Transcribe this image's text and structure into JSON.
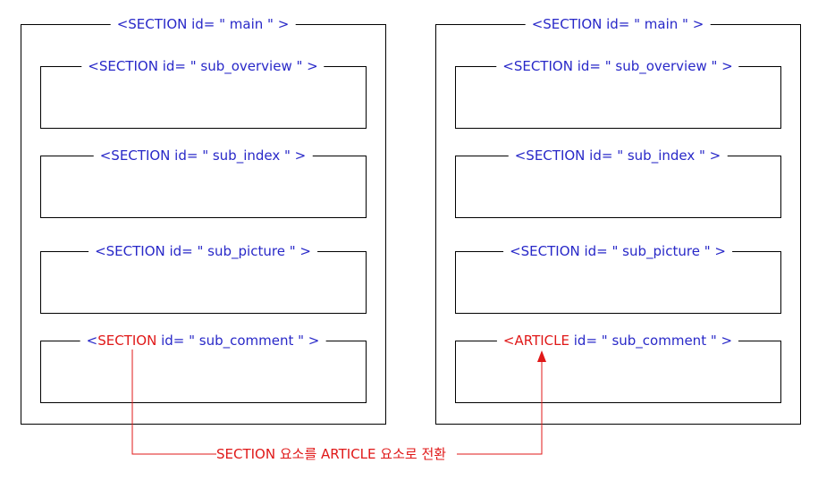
{
  "left": {
    "main": {
      "open": "<SECTION id= \" main \" >"
    },
    "overview": {
      "open": "<SECTION id= \" sub_overview \" >"
    },
    "index": {
      "open": "<SECTION id= \" sub_index \" >"
    },
    "picture": {
      "open": "<SECTION id= \" sub_picture \" >"
    },
    "comment": {
      "lt": "<",
      "tag": "SECTION",
      "rest": " id= \" sub_comment \" >"
    }
  },
  "right": {
    "main": {
      "open": "<SECTION id= \" main \" >"
    },
    "overview": {
      "open": "<SECTION id= \" sub_overview \" >"
    },
    "index": {
      "open": "<SECTION id= \" sub_index \" >"
    },
    "picture": {
      "open": "<SECTION id= \" sub_picture \" >"
    },
    "comment": {
      "lt": "<",
      "tag": "ARTICLE",
      "rest": " id= \" sub_comment \" >"
    }
  },
  "note": "SECTION 요소를 ARTICLE 요소로 전환",
  "colors": {
    "tag_text": "#2828c8",
    "highlight": "#e01818",
    "border": "#000000"
  }
}
